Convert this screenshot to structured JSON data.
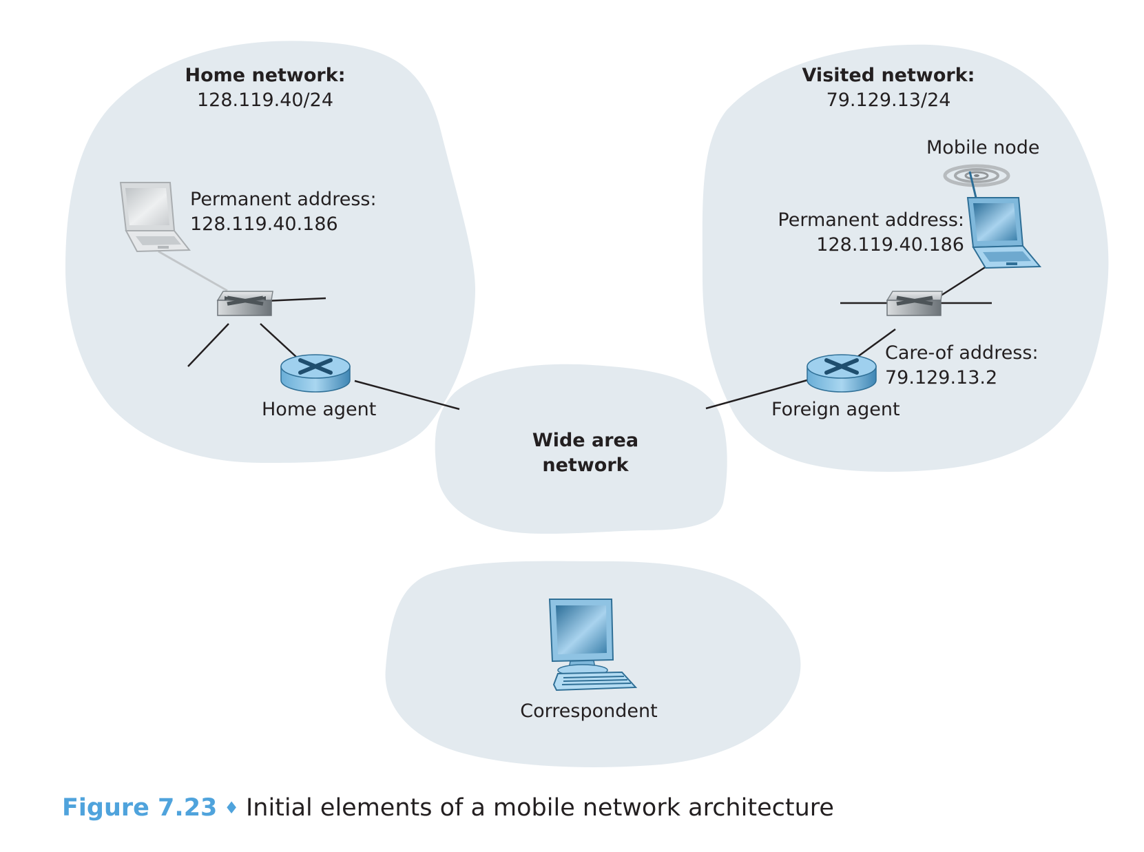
{
  "home_network": {
    "title": "Home network:",
    "prefix": "128.119.40/24",
    "laptop_label": "Permanent address:",
    "laptop_address": "128.119.40.186",
    "agent_label": "Home agent"
  },
  "visited_network": {
    "title": "Visited network:",
    "prefix": "79.129.13/24",
    "mobile_label": "Mobile node",
    "permanent_label": "Permanent address:",
    "permanent_address": "128.119.40.186",
    "care_of_label": "Care-of address:",
    "care_of_address": "79.129.13.2",
    "agent_label": "Foreign agent"
  },
  "wan": {
    "line1": "Wide area",
    "line2": "network"
  },
  "correspondent": {
    "label": "Correspondent"
  },
  "caption": {
    "figure": "Figure 7.23",
    "separator": "♦",
    "text": "Initial elements of a mobile network architecture"
  },
  "colors": {
    "cloud": "#e3eaef",
    "router": "#8ec7e8",
    "switch": "#c3c8cc",
    "caption_accent": "#4fa3dc"
  },
  "icons": [
    "laptop-icon",
    "switch-icon",
    "router-icon",
    "wireless-signal-icon",
    "desktop-computer-icon"
  ]
}
